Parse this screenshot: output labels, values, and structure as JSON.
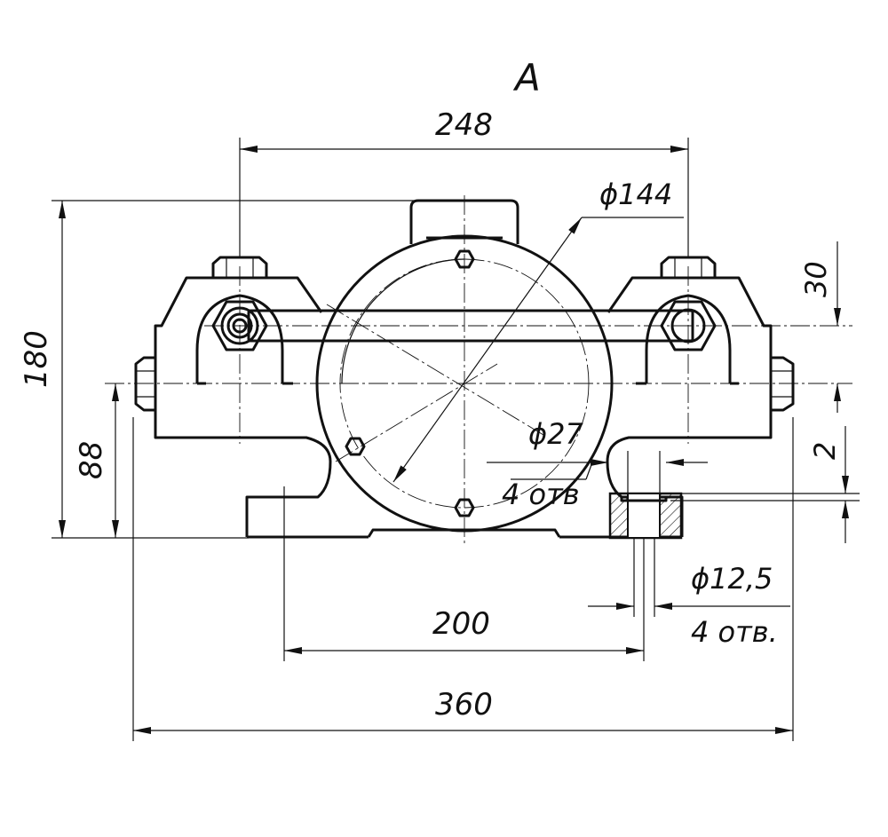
{
  "view_label": "A",
  "dimensions": {
    "d248": "248",
    "d144": "ϕ144",
    "d30": "30",
    "d180": "180",
    "d88": "88",
    "d27": "ϕ27",
    "d27_holes": "4 отв",
    "d2": "2",
    "d12_5": "ϕ12,5",
    "d12_5_holes": "4 отв.",
    "d200": "200",
    "d360": "360"
  }
}
